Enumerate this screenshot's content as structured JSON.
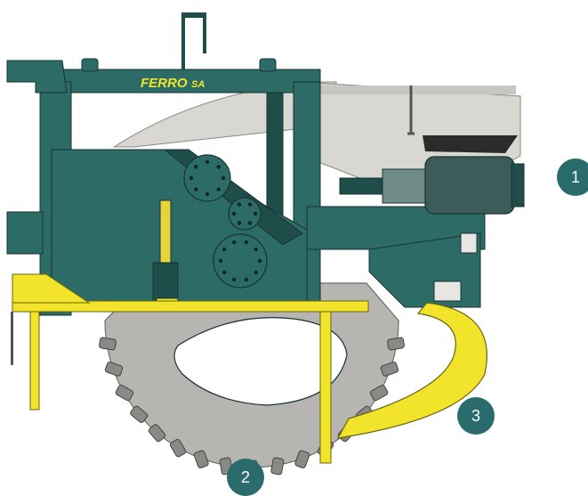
{
  "colors": {
    "frame": "#2d6b67",
    "frame_dark": "#1e4d4a",
    "yellow": "#f2e32b",
    "disc": "#b7b5b2",
    "hopper": "#d8d7d2",
    "motor": "#3d5b58",
    "callout": "#2a6b6b",
    "outline": "#173331"
  },
  "brand": {
    "logo_text": "FERRO",
    "logo_suffix": "SA"
  },
  "callouts": [
    {
      "number": "1",
      "part": "hydraulic-motor"
    },
    {
      "number": "2",
      "part": "cutting-wheel"
    },
    {
      "number": "3",
      "part": "spoil-deflector"
    }
  ]
}
